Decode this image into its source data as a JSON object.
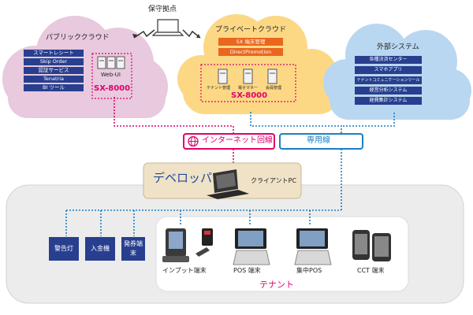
{
  "maintenance": {
    "label": "保守拠点"
  },
  "public_cloud": {
    "title": "パブリッククラウド",
    "services": [
      "スマートレシート",
      "Skip Order",
      "認証サービス",
      "Tenatria",
      "BI ツール"
    ],
    "webui_label": "Web-UI",
    "product": "SX-8000"
  },
  "private_cloud": {
    "title": "プライベートクラウド",
    "services": [
      "SX 端末管理",
      "DirectPromotion"
    ],
    "servers": [
      "テナント管理",
      "電子マネー",
      "会員管理"
    ],
    "product": "SX-8000"
  },
  "external": {
    "title": "外部システム",
    "systems": [
      "各種決済センター",
      "スマホアプリ",
      "テナントコミュニケーションツール",
      "経営分析システム",
      "経費集計システム"
    ]
  },
  "connections": {
    "internet": "インターネット回線",
    "dedicated": "専用線"
  },
  "developer": {
    "label": "デベロッパ",
    "client_pc": "クライアントPC"
  },
  "devices": {
    "warning_light": "警告灯",
    "deposit_machine": "入金機",
    "ticket_machine": "発券端末",
    "input_terminal": "インプット端末",
    "pos_terminal": "POS 端末",
    "central_pos": "集中POS",
    "cct_terminal": "CCT 端末"
  },
  "tenant": {
    "label": "テナント"
  },
  "colors": {
    "pink": "#e0006a",
    "navy": "#283f8f",
    "blue": "#1b7fc4",
    "orange": "#e9671e",
    "cloud_pink": "#e8c9dd",
    "cloud_orange": "#fcd885",
    "cloud_blue": "#b9d7f0",
    "gray": "#eeeeee"
  }
}
